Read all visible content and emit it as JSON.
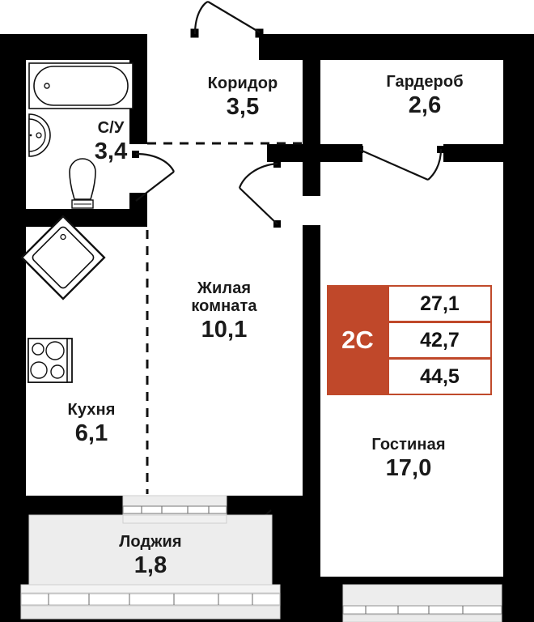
{
  "plan": {
    "title": "Floor plan 2C apartment",
    "unit_code": "2С",
    "areas": {
      "living_area": "27,1",
      "total_without_loggia": "42,7",
      "total_with_loggia": "44,5"
    },
    "rooms": [
      {
        "key": "corridor",
        "name": "Коридор",
        "area": "3,5"
      },
      {
        "key": "wardrobe",
        "name": "Гардероб",
        "area": "2,6"
      },
      {
        "key": "bathroom",
        "name": "С/У",
        "area": "3,4"
      },
      {
        "key": "living_room",
        "name": "Жилая\nкомната",
        "name_line1": "Жилая",
        "name_line2": "комната",
        "area": "10,1"
      },
      {
        "key": "kitchen",
        "name": "Кухня",
        "area": "6,1"
      },
      {
        "key": "loggia",
        "name": "Лоджия",
        "area": "1,8"
      },
      {
        "key": "lounge",
        "name": "Гостиная",
        "area": "17,0"
      }
    ],
    "colors": {
      "wall": "#000000",
      "accent": "#c0482a",
      "accent_dark": "#b0401f",
      "loggia_fill": "#ededed",
      "badge_text": "#ffffff",
      "text": "#141414",
      "room_fill": "#ffffff"
    },
    "fixtures": [
      {
        "name": "bathtub"
      },
      {
        "name": "washbasin"
      },
      {
        "name": "toilet"
      },
      {
        "name": "kitchen-sink"
      },
      {
        "name": "stove"
      }
    ]
  }
}
